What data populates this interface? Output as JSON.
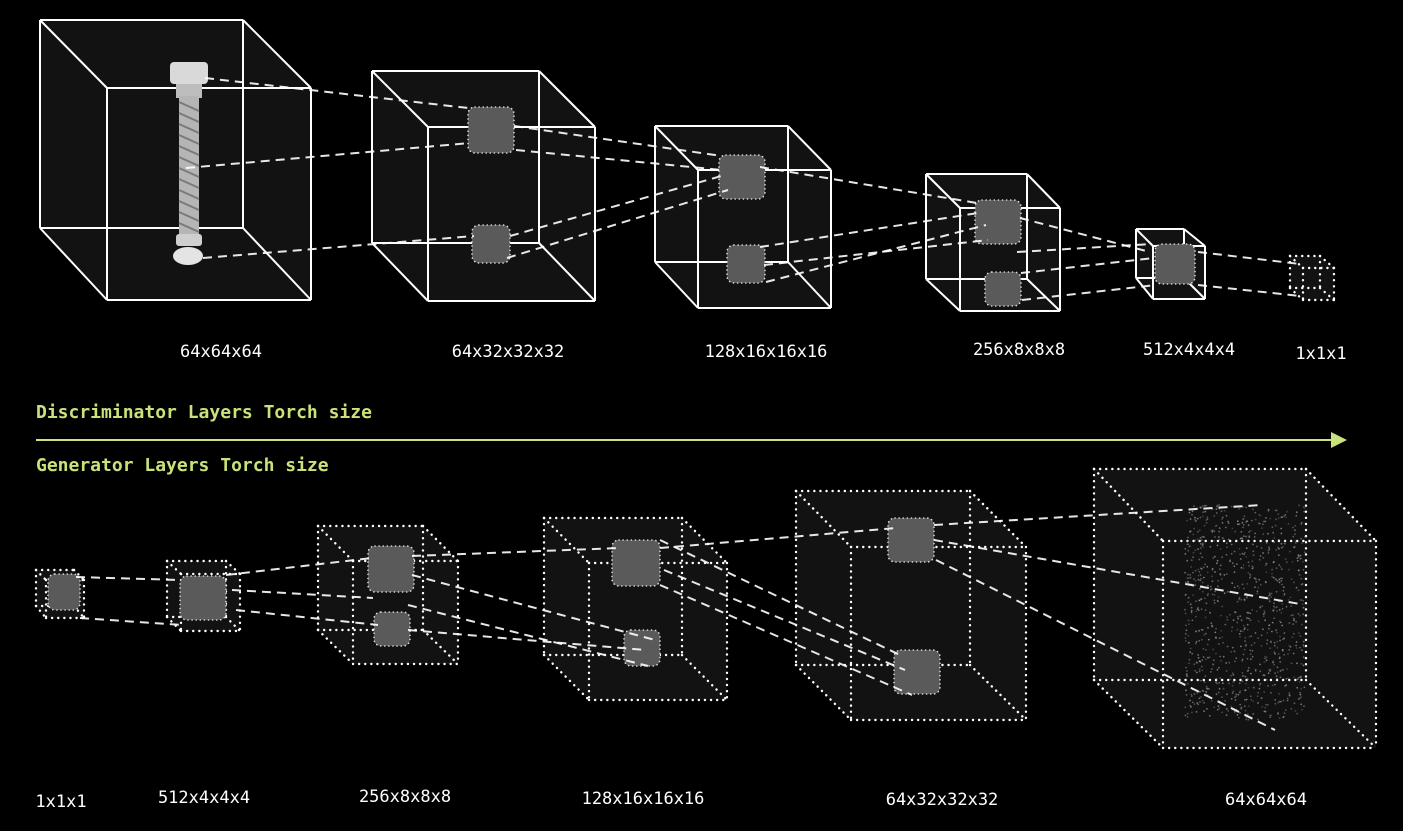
{
  "discriminator": {
    "title": "Discriminator Layers Torch size",
    "layers": [
      "64x64x64",
      "64x32x32x32",
      "128x16x16x16",
      "256x8x8x8",
      "512x4x4x4",
      "1x1x1"
    ]
  },
  "generator": {
    "title": "Generator Layers Torch size",
    "layers": [
      "1x1x1",
      "512x4x4x4",
      "256x8x8x8",
      "128x16x16x16",
      "64x32x32x32",
      "64x64x64"
    ]
  },
  "colors": {
    "accent": "#c9e27a",
    "background": "#000000",
    "cube_face": "#141414",
    "patch": "#5a5a5a",
    "line": "#ffffff"
  }
}
